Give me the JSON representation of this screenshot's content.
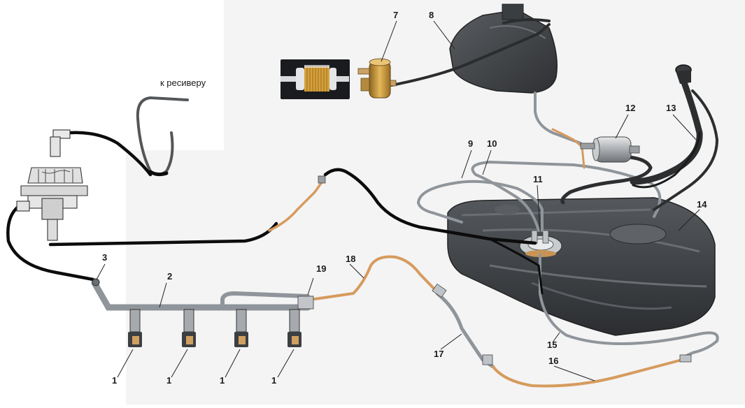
{
  "caption_receiver": "к ресиверу",
  "callouts": {
    "injector_1": "1",
    "injector_2": "1",
    "injector_3": "1",
    "injector_4": "1",
    "rail": "2",
    "rail_fitting": "3",
    "canister_valve": "7",
    "canister": "8",
    "tube_9": "9",
    "tube_10": "10",
    "fuel_pump": "11",
    "fuel_filter": "12",
    "filler_neck": "13",
    "fuel_tank": "14",
    "tube_15": "15",
    "tube_16": "16",
    "tube_17": "17",
    "tube_18": "18",
    "rail_connector": "19"
  },
  "colors": {
    "background": "#f4f4f4",
    "metal_tube": "#8f959a",
    "black_hose": "#0c0c0c",
    "copper_tube": "#d69b5e",
    "tank": "#3d4043",
    "valve_gold": "#c7963a"
  }
}
